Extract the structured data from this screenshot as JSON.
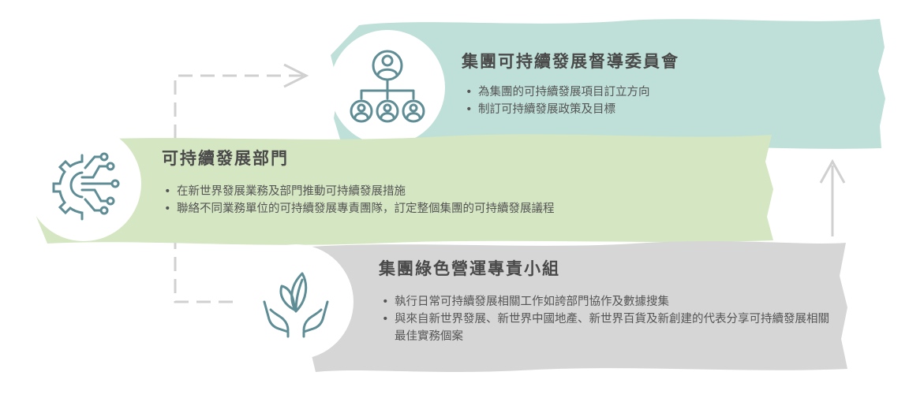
{
  "colors": {
    "teal_band": "#bfe0d8",
    "green_band": "#d5e6c2",
    "grey_band": "#d6d6d6",
    "icon_stroke": "#5f8d95",
    "arrow": "#d0d0d0"
  },
  "committee": {
    "title": "集團可持續發展督導委員會",
    "icon": "team-hierarchy-icon",
    "bullets": [
      "為集團的可持續發展項目訂立方向",
      "制訂可持續發展政策及目標"
    ]
  },
  "department": {
    "title": "可持續發展部門",
    "icon": "gear-circuit-icon",
    "bullets": [
      "在新世界發展業務及部門推動可持續發展措施",
      "聯絡不同業務單位的可持續發展專責團隊，訂定整個集團的可持續發展議程"
    ]
  },
  "taskforce": {
    "title": "集團綠色營運專責小組",
    "icon": "hands-leaf-icon",
    "bullets": [
      "執行日常可持續發展相關工作如誇部門協作及數據搜集",
      "與來自新世界發展、新世界中國地產、新世界百貨及新創建的代表分享可持續發展相關最佳實務個案"
    ]
  }
}
